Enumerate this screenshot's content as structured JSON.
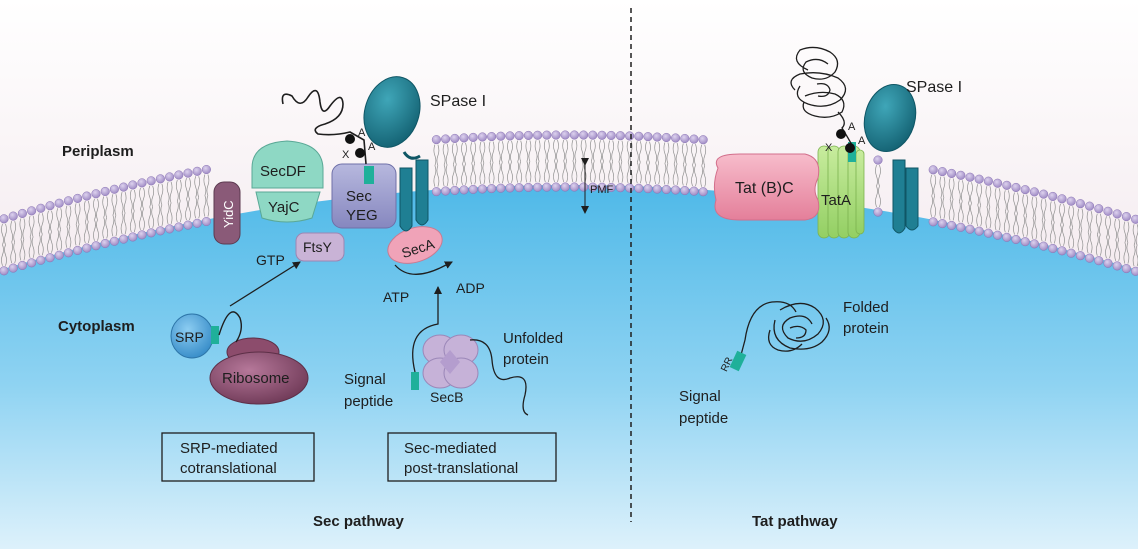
{
  "regions": {
    "periplasm": "Periplasm",
    "cytoplasm": "Cytoplasm"
  },
  "proteins": {
    "yidc": "YidC",
    "secdf": "SecDF",
    "yajc": "YajC",
    "secyeg_line1": "Sec",
    "secyeg_line2": "YEG",
    "ftsy": "FtsY",
    "seca": "SecA",
    "srp": "SRP",
    "ribosome": "Ribosome",
    "secb": "SecB",
    "spase_sec": "SPase I",
    "spase_tat": "SPase I",
    "tatbc": "Tat (B)C",
    "tata": "TatA"
  },
  "labels": {
    "gtp": "GTP",
    "atp": "ATP",
    "adp": "ADP",
    "pmf": "PMF",
    "signal_peptide_sec_1": "Signal",
    "signal_peptide_sec_2": "peptide",
    "unfolded_1": "Unfolded",
    "unfolded_2": "protein",
    "folded_1": "Folded",
    "folded_2": "protein",
    "signal_peptide_tat_1": "Signal",
    "signal_peptide_tat_2": "peptide",
    "rr": "RR",
    "x": "X",
    "a": "A"
  },
  "boxes": {
    "srp_mediated_1": "SRP-mediated",
    "srp_mediated_2": "cotranslational",
    "sec_mediated_1": "Sec-mediated",
    "sec_mediated_2": "post-translational"
  },
  "pathways": {
    "sec": "Sec pathway",
    "tat": "Tat pathway"
  },
  "colors": {
    "periplasm": "#f6eef1",
    "cytoplasm": "#6cc8ec",
    "lipid_head": "#b8a6d4",
    "spase": "#1f7f93",
    "secyeg": "#9d9ecd",
    "secdf": "#8ed8c4",
    "yidc": "#8a5a78",
    "ftsy": "#c9b3d6",
    "seca": "#f0a3b8",
    "srp": "#4aa2d8",
    "ribosome": "#8c4c6c",
    "secb": "#c6b2d8",
    "tatbc": "#f29cb1",
    "tata": "#aede82",
    "signal_peptide": "#1fb09a"
  }
}
